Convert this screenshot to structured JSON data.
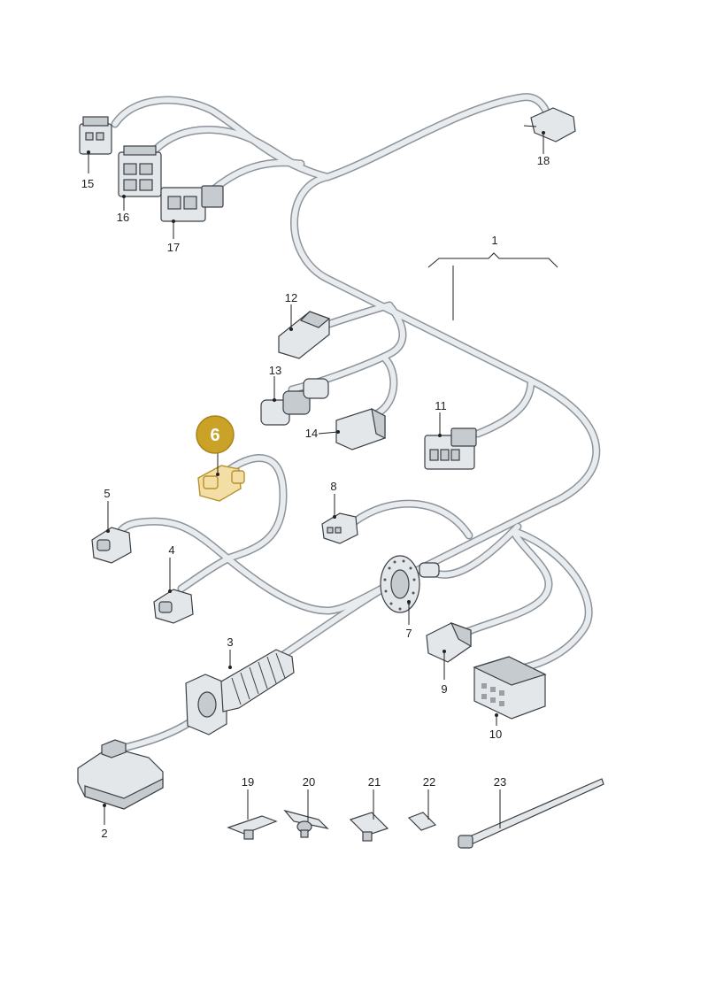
{
  "diagram": {
    "highlighted_part": "6",
    "callouts": {
      "c1": "1",
      "c2": "2",
      "c3": "3",
      "c4": "4",
      "c5": "5",
      "c6": "6",
      "c7": "7",
      "c8": "8",
      "c9": "9",
      "c10": "10",
      "c11": "11",
      "c12": "12",
      "c13": "13",
      "c14": "14",
      "c15": "15",
      "c16": "16",
      "c17": "17",
      "c18": "18",
      "c19": "19",
      "c20": "20",
      "c21": "21",
      "c22": "22",
      "c23": "23"
    },
    "colors": {
      "wire": "#e9ecee",
      "wire_outline": "#8c939a",
      "highlight": "#c9a227",
      "highlight_fill": "#f3dfa6"
    }
  }
}
